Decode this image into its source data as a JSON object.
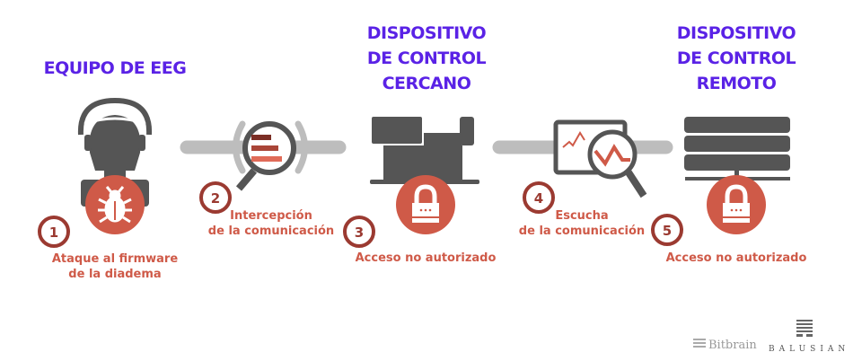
{
  "titles": {
    "eeg": "EQUIPO DE EEG",
    "near": [
      "DISPOSITIVO",
      "DE CONTROL",
      "CERCANO"
    ],
    "remote": [
      "DISPOSITIVO",
      "DE CONTROL",
      "REMOTO"
    ]
  },
  "steps": [
    {
      "number": "1",
      "label": [
        "Ataque al firmware",
        "de la diadema"
      ],
      "icon": "bug-icon"
    },
    {
      "number": "2",
      "label": [
        "Intercepción",
        "de la comunicación"
      ],
      "icon": "magnifier-icon"
    },
    {
      "number": "3",
      "label": [
        "Acceso no autorizado"
      ],
      "icon": "lock-icon"
    },
    {
      "number": "4",
      "label": [
        "Escucha",
        "de la comunicación"
      ],
      "icon": "magnifier-chart-icon"
    },
    {
      "number": "5",
      "label": [
        "Acceso no autorizado"
      ],
      "icon": "lock-icon"
    }
  ],
  "logos": {
    "bitbrain": "Bitbrain",
    "balusian": "BALUSIAN"
  },
  "colors": {
    "title": "#5a22e6",
    "accent": "#cf5a48",
    "number": "#9b3a31",
    "icon": "#555555",
    "connector": "#bdbdbd"
  }
}
